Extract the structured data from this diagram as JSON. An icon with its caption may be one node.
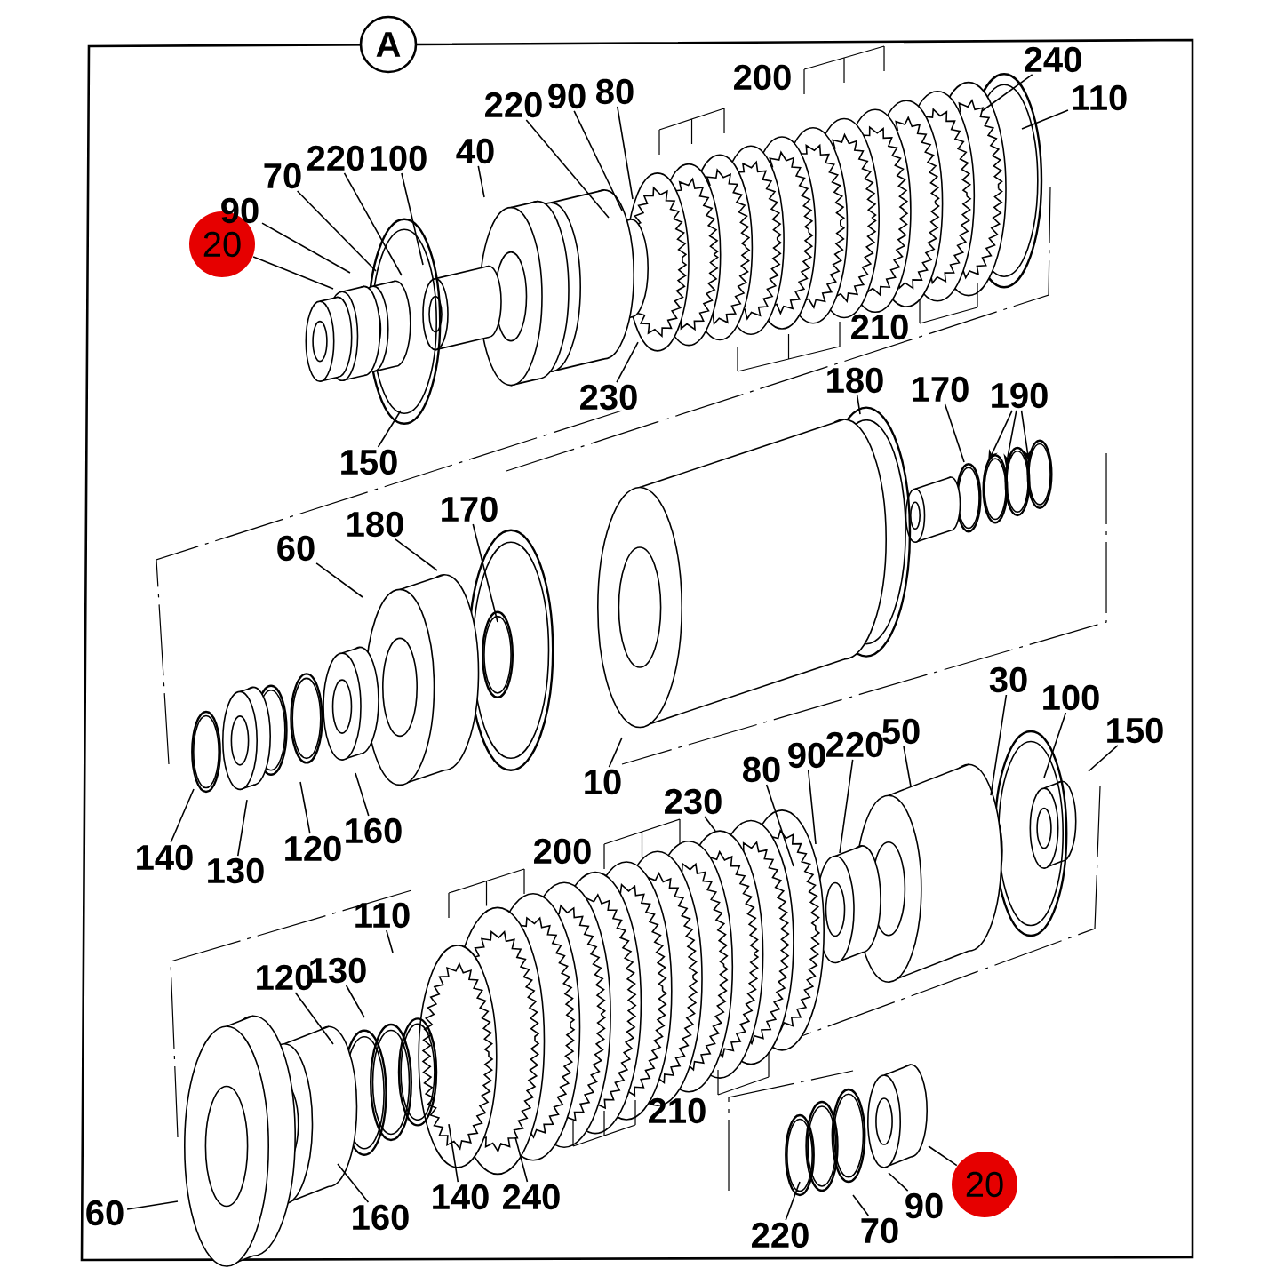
{
  "diagram": {
    "nodes": [
      {
        "text": [
          "A"
        ]
      },
      {
        "text": [
          "20"
        ]
      },
      {
        "text": [
          "90"
        ]
      },
      {
        "text": [
          "70"
        ]
      },
      {
        "text": [
          "220"
        ]
      },
      {
        "text": [
          "100"
        ]
      },
      {
        "text": [
          "40"
        ]
      },
      {
        "text": [
          "220"
        ]
      },
      {
        "text": [
          "90"
        ]
      },
      {
        "text": [
          "80"
        ]
      },
      {
        "text": [
          "200"
        ]
      },
      {
        "text": [
          "240"
        ]
      },
      {
        "text": [
          "110"
        ]
      },
      {
        "text": [
          "210"
        ]
      },
      {
        "text": [
          "230"
        ]
      },
      {
        "text": [
          "150"
        ]
      },
      {
        "text": [
          "180"
        ]
      },
      {
        "text": [
          "170"
        ]
      },
      {
        "text": [
          "190"
        ]
      },
      {
        "text": [
          "60"
        ]
      },
      {
        "text": [
          "180"
        ]
      },
      {
        "text": [
          "170"
        ]
      },
      {
        "text": [
          "140"
        ]
      },
      {
        "text": [
          "130"
        ]
      },
      {
        "text": [
          "120"
        ]
      },
      {
        "text": [
          "160"
        ]
      },
      {
        "text": [
          "10"
        ]
      },
      {
        "text": [
          "30"
        ]
      },
      {
        "text": [
          "100"
        ]
      },
      {
        "text": [
          "150"
        ]
      },
      {
        "text": [
          "80"
        ]
      },
      {
        "text": [
          "90"
        ]
      },
      {
        "text": [
          "220"
        ]
      },
      {
        "text": [
          "50"
        ]
      },
      {
        "text": [
          "230"
        ]
      },
      {
        "text": [
          "200"
        ]
      },
      {
        "text": [
          "110"
        ]
      },
      {
        "text": [
          "130"
        ]
      },
      {
        "text": [
          "120"
        ]
      },
      {
        "text": [
          "140"
        ]
      },
      {
        "text": [
          "240"
        ]
      },
      {
        "text": [
          "210"
        ]
      },
      {
        "text": [
          "60"
        ]
      },
      {
        "text": [
          "160"
        ]
      },
      {
        "text": [
          "220"
        ]
      },
      {
        "text": [
          "70"
        ]
      },
      {
        "text": [
          "90"
        ]
      },
      {
        "text": [
          "20"
        ]
      }
    ],
    "edges": [
      {
        "from": 1,
        "to": null,
        "arrow": "none"
      },
      {
        "from": 2,
        "to": null,
        "arrow": "none"
      },
      {
        "from": 3,
        "to": null,
        "arrow": "none"
      },
      {
        "from": 4,
        "to": null,
        "arrow": "none"
      },
      {
        "from": 5,
        "to": null,
        "arrow": "none"
      },
      {
        "from": 6,
        "to": null,
        "arrow": "none"
      },
      {
        "from": 7,
        "to": null,
        "arrow": "none"
      },
      {
        "from": 8,
        "to": null,
        "arrow": "none"
      },
      {
        "from": 9,
        "to": null,
        "arrow": "none"
      },
      {
        "from": 11,
        "to": null,
        "arrow": "none"
      },
      {
        "from": 12,
        "to": null,
        "arrow": "none"
      },
      {
        "from": 14,
        "to": null,
        "arrow": "none"
      },
      {
        "from": 15,
        "to": null,
        "arrow": "none"
      },
      {
        "from": 16,
        "to": null,
        "arrow": "none"
      },
      {
        "from": 17,
        "to": null,
        "arrow": "none"
      },
      {
        "from": 18,
        "to": null,
        "arrow": "to"
      },
      {
        "from": 18,
        "to": null,
        "arrow": "to"
      },
      {
        "from": 18,
        "to": null,
        "arrow": "to"
      },
      {
        "from": 19,
        "to": null,
        "arrow": "none"
      },
      {
        "from": 20,
        "to": null,
        "arrow": "none"
      },
      {
        "from": 21,
        "to": null,
        "arrow": "none"
      },
      {
        "from": 22,
        "to": null,
        "arrow": "none"
      },
      {
        "from": 23,
        "to": null,
        "arrow": "none"
      },
      {
        "from": 24,
        "to": null,
        "arrow": "none"
      },
      {
        "from": 25,
        "to": null,
        "arrow": "none"
      },
      {
        "from": 26,
        "to": null,
        "arrow": "none"
      },
      {
        "from": 27,
        "to": null,
        "arrow": "none"
      },
      {
        "from": 28,
        "to": null,
        "arrow": "none"
      },
      {
        "from": 29,
        "to": null,
        "arrow": "none"
      },
      {
        "from": 30,
        "to": null,
        "arrow": "none"
      },
      {
        "from": 31,
        "to": null,
        "arrow": "none"
      },
      {
        "from": 32,
        "to": null,
        "arrow": "none"
      },
      {
        "from": 33,
        "to": null,
        "arrow": "none"
      },
      {
        "from": 34,
        "to": null,
        "arrow": "none"
      },
      {
        "from": 36,
        "to": null,
        "arrow": "none"
      },
      {
        "from": 37,
        "to": null,
        "arrow": "none"
      },
      {
        "from": 38,
        "to": null,
        "arrow": "none"
      },
      {
        "from": 39,
        "to": null,
        "arrow": "none"
      },
      {
        "from": 40,
        "to": null,
        "arrow": "none"
      },
      {
        "from": 42,
        "to": null,
        "arrow": "none"
      },
      {
        "from": 43,
        "to": null,
        "arrow": "none"
      },
      {
        "from": 44,
        "to": null,
        "arrow": "none"
      },
      {
        "from": 45,
        "to": null,
        "arrow": "none"
      },
      {
        "from": 46,
        "to": null,
        "arrow": "none"
      },
      {
        "from": 47,
        "to": null,
        "arrow": "none"
      }
    ]
  }
}
